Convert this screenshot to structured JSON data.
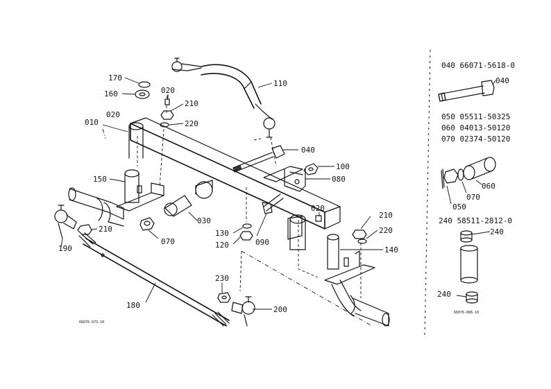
{
  "diagram": {
    "labels": {
      "p170": "170",
      "p160": "160",
      "p020a": "020",
      "p010": "010",
      "p020b": "020",
      "p210a": "210",
      "p220a": "220",
      "p110": "110",
      "p040": "040",
      "p100": "100",
      "p080": "080",
      "p150": "150",
      "p030": "030",
      "p070": "070",
      "p210b": "210",
      "p190": "190",
      "p130": "130",
      "p120": "120",
      "p090": "090",
      "p020c": "020",
      "p210c": "210",
      "p220c": "220",
      "p140": "140",
      "p180": "180",
      "p230": "230",
      "p200": "200"
    },
    "ref_code_left": "66076-073-10",
    "ref_code_right": "66076-806-10"
  },
  "side_panel": {
    "row040": "040 66071-5618-0",
    "callout040": "040",
    "row050": "050 05511-50325",
    "row060": "060 04013-50120",
    "row070": "070 02374-50120",
    "callout060": "060",
    "callout070": "070",
    "callout050": "050",
    "row240": "240 58511-2812-0",
    "callout240a": "240",
    "callout240b": "240"
  }
}
